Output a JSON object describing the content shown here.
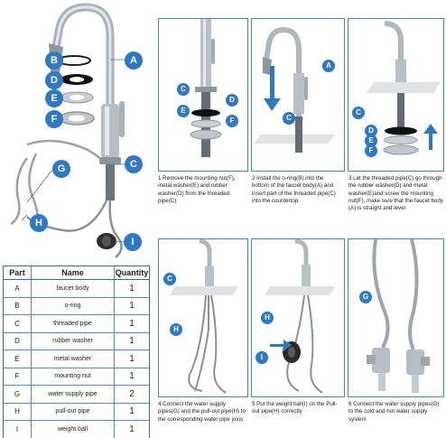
{
  "labels": {
    "a": "A",
    "b": "B",
    "c": "C",
    "d": "D",
    "e": "E",
    "f": "F",
    "g": "G",
    "h": "H",
    "i": "I"
  },
  "table": {
    "headers": [
      "Part",
      "Name",
      "Quantity"
    ],
    "rows": [
      [
        "A",
        "faucet body",
        "1"
      ],
      [
        "B",
        "o-ring",
        "1"
      ],
      [
        "C",
        "threaded pipe",
        "1"
      ],
      [
        "D",
        "rubber washer",
        "1"
      ],
      [
        "E",
        "metal washer",
        "1"
      ],
      [
        "F",
        "mounting nut",
        "1"
      ],
      [
        "G",
        "water supply pipe",
        "2"
      ],
      [
        "H",
        "pull-out pipe",
        "1"
      ],
      [
        "I",
        "weight ball",
        "1"
      ]
    ]
  },
  "steps": [
    "1 Remove the mounting nut(F), metal washer(E) and rubber washer(D) from the threaded pipe(C)",
    "2 Install the o-ring(B) into the bottom of the faucet body(A) and insert part of the threaded pipe(C) into the countertop",
    "3 Let the threaded pipe(C) go through the rubber washer(D) and metal washer(E)and screw the mounting nut(F). make sure that the faucet body (A) is straight and level",
    "4 Connect the water supply pipes(G) and the pull-out pipe(H) to the corresponding water pipe joins",
    "5 Put the weight ball(I) on the Pull-out pipe(H) correctly",
    "6 Connect the water supply pipes(G) to the cold and hot water supply system"
  ],
  "colors": {
    "accent": "#2f78c4",
    "steel": "#9aa3ab"
  }
}
